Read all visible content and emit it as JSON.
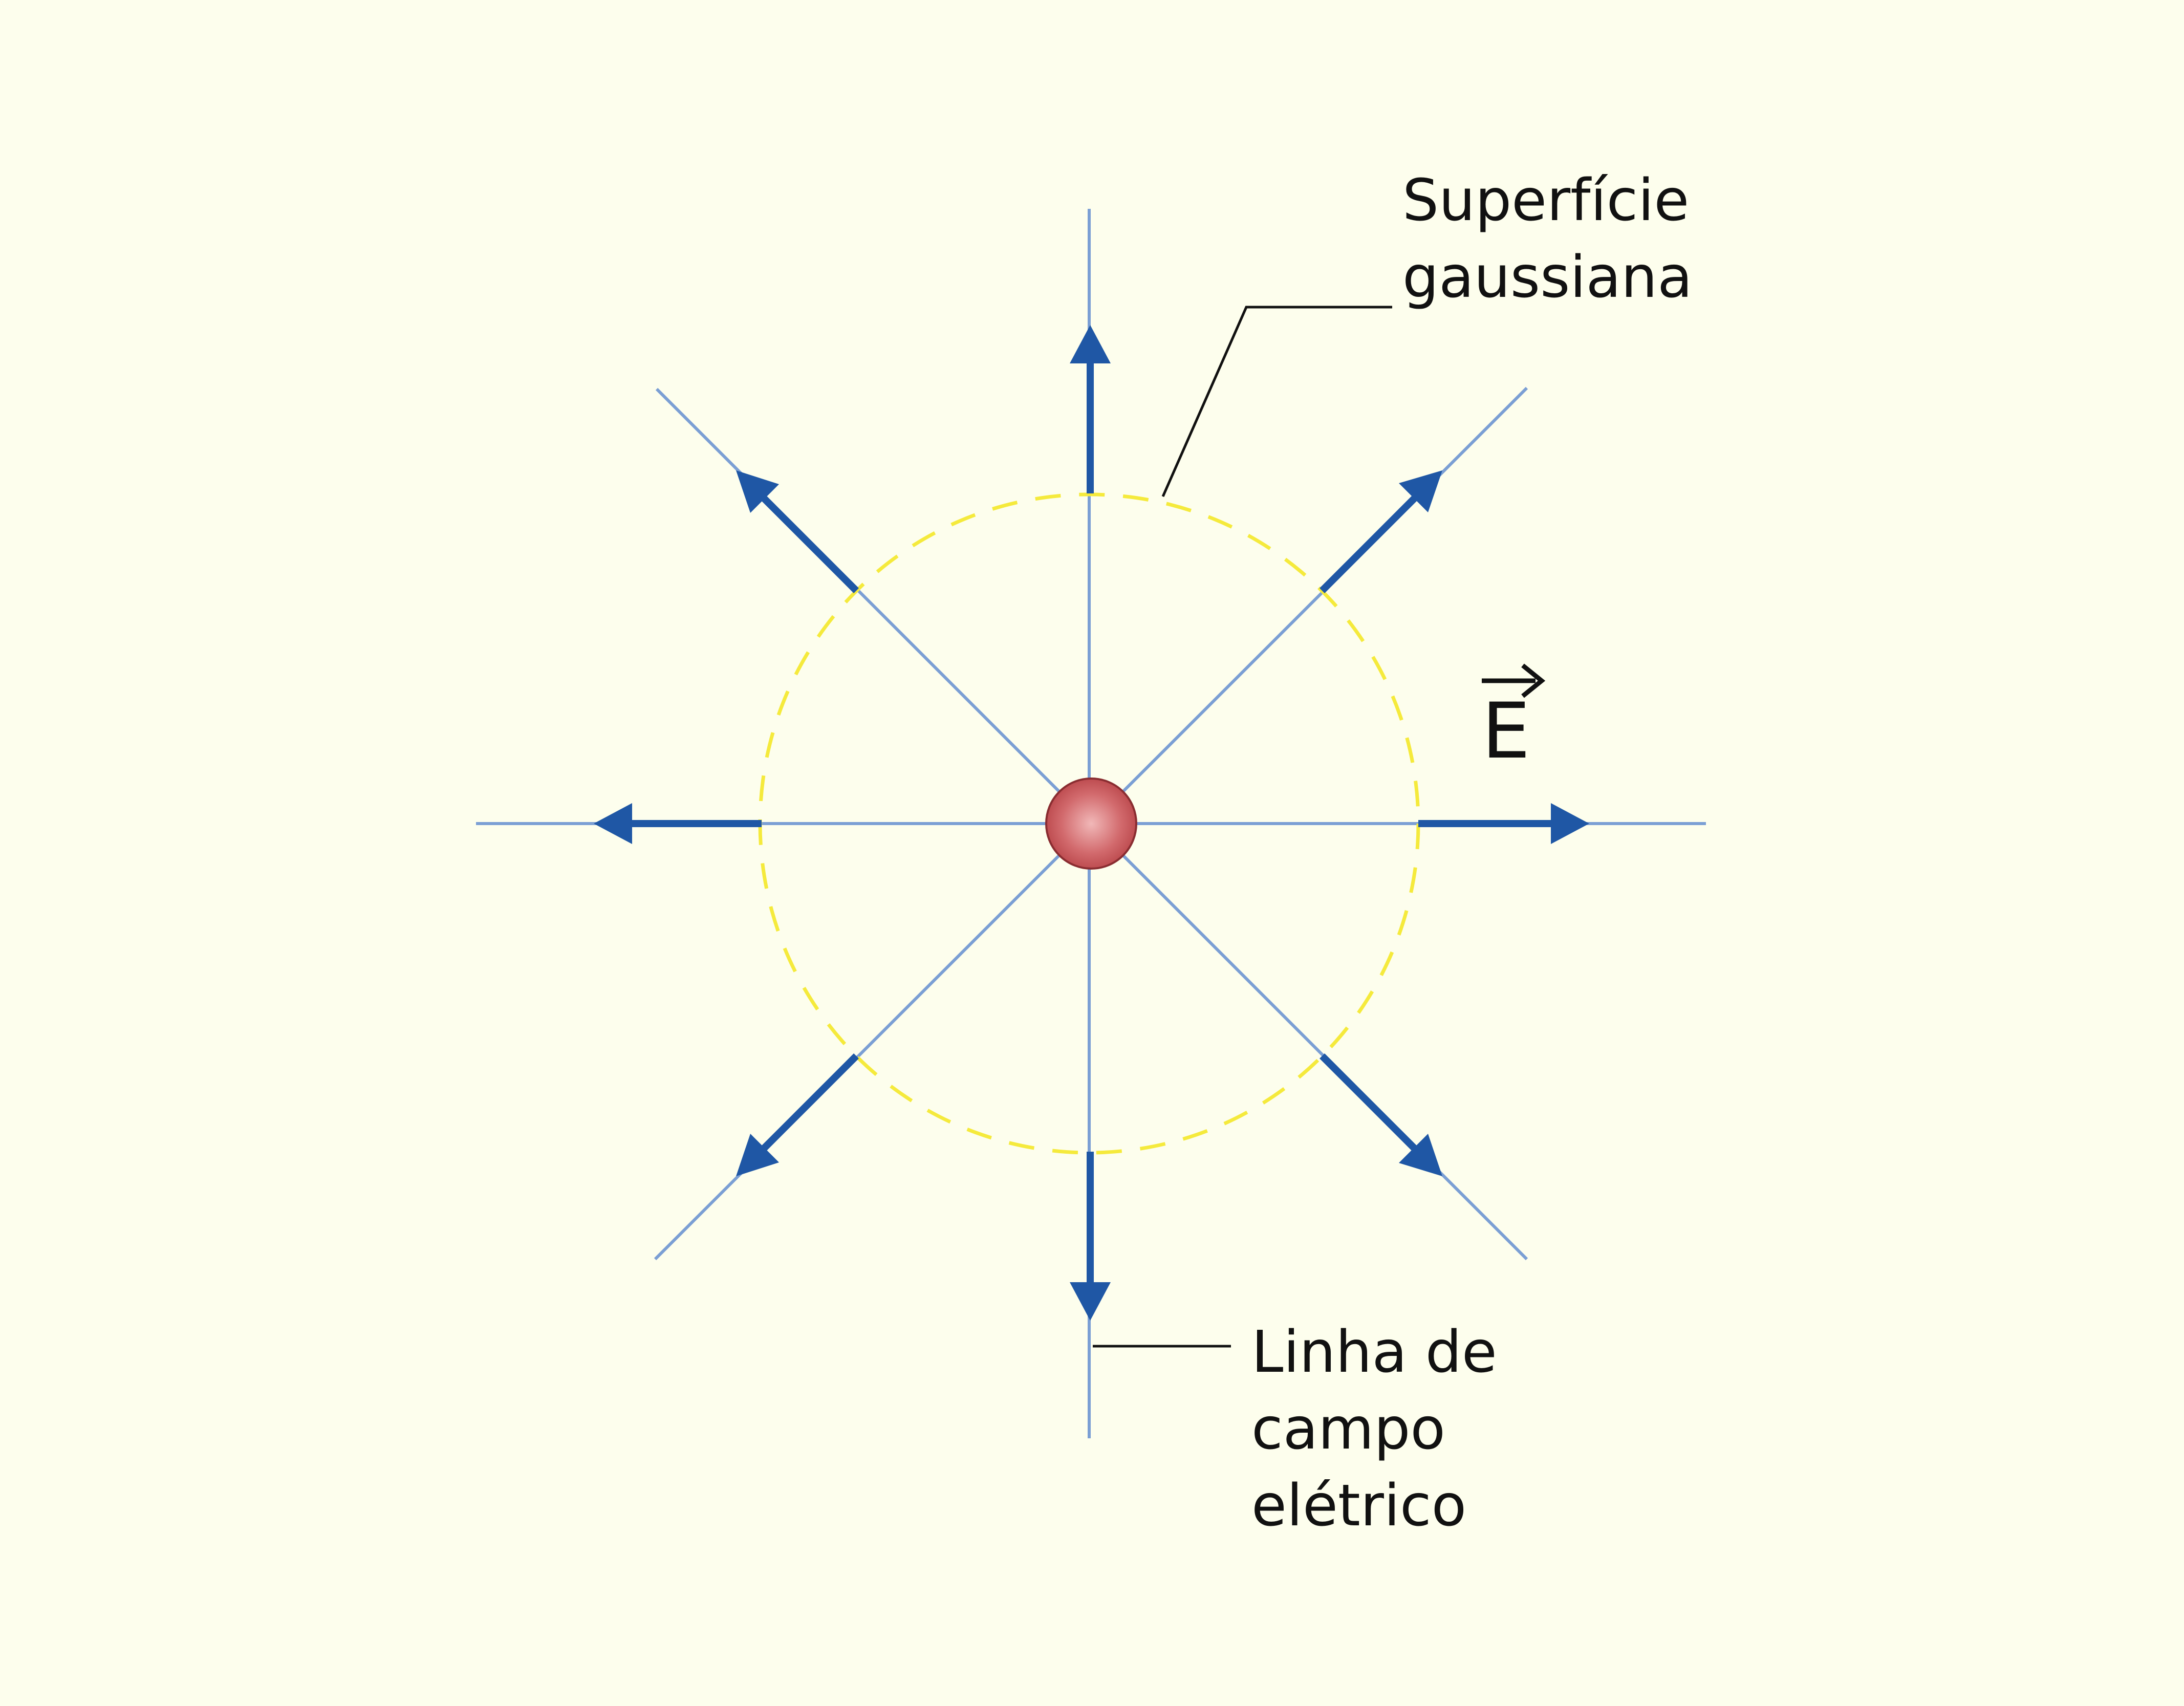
{
  "labels": {
    "gaussian_surface_line1": "Superfície",
    "gaussian_surface_line2": "gaussiana",
    "field_line_line1": "Linha de",
    "field_line_line2": "campo",
    "field_line_line3": "elétrico",
    "field_vector": "E"
  },
  "colors": {
    "background": "#fdfeed",
    "field_line": "#7b9fd4",
    "field_arrow": "#1f57a5",
    "gaussian_surface": "#f5ea3c",
    "charge": "#c9585c",
    "leader_line": "#111111"
  },
  "field_directions_deg": [
    0,
    45,
    90,
    135,
    180,
    225,
    270,
    315
  ]
}
